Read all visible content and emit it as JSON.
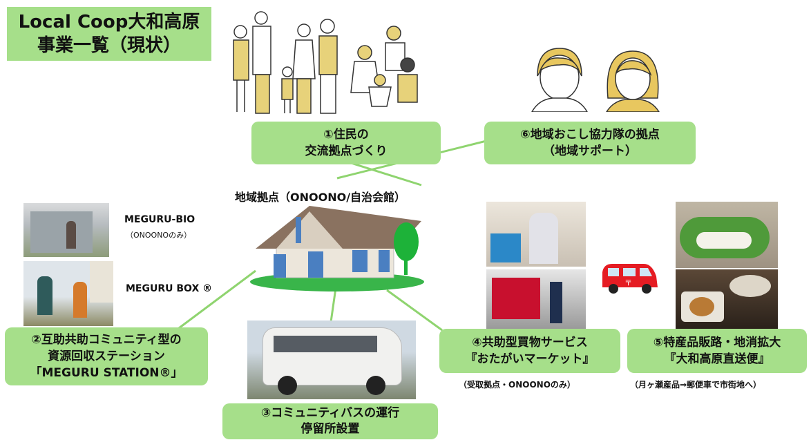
{
  "title": {
    "line1": "Local Coop大和高原",
    "line2": "事業一覧（現状）"
  },
  "hub_label": "地域拠点（ONOONO/自治会館）",
  "items": {
    "resident_hub": {
      "line1": "①住民の",
      "line2": "交流拠点づくり"
    },
    "recycle_station": {
      "line1": "②互助共助コミュニティ型の",
      "line2": "資源回収ステーション",
      "line3": "「MEGURU STATION®」"
    },
    "community_bus": {
      "line1": "③コミュニティバスの運行",
      "line2": "停留所設置"
    },
    "shopping_service": {
      "line1": "④共助型買物サービス",
      "line2": "『おたがいマーケット』",
      "note": "（受取拠点・ONOONOのみ）"
    },
    "local_products": {
      "line1": "⑤特産品販路・地消拡大",
      "line2": "『大和高原直送便』",
      "note": "（月ヶ瀬産品⇒郵便車で市街地へ）"
    },
    "cooperation_corps": {
      "line1": "⑥地域おこし協力隊の拠点",
      "line2": "（地域サポート）"
    }
  },
  "meguru": {
    "bio_label": "MEGURU-BIO",
    "bio_note": "（ONOONOのみ）",
    "box_label": "MEGURU BOX ®"
  },
  "colors": {
    "box_green": "#a6df8a",
    "line_green": "#8fd46f",
    "ground_green": "#39b54a",
    "roof": "#8a7260",
    "wall": "#ece6db",
    "window": "#4a7fc1",
    "van_red": "#e51c23"
  }
}
